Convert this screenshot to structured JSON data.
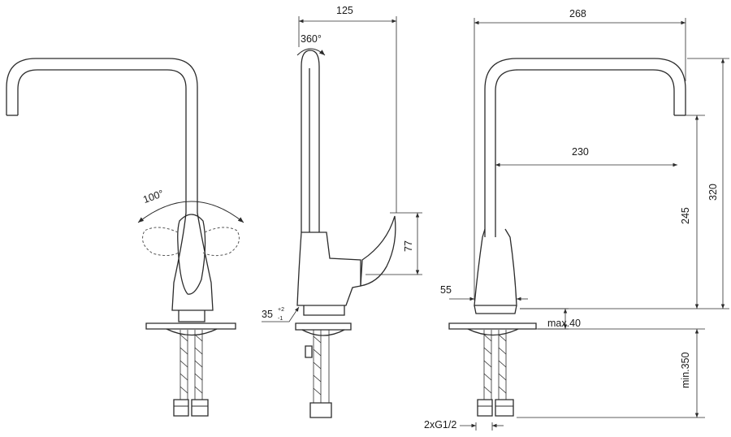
{
  "dimensions": {
    "rotation_top": "360°",
    "swivel_angle": "100°",
    "depth": "125",
    "overall_width": "268",
    "spout_reach": "230",
    "lever_height": "77",
    "base_diameter": "55",
    "base_angle": "35",
    "base_angle_tol_upper": "+2",
    "base_angle_tol_lower": "-1",
    "max_deck_thickness": "max.40",
    "spout_height": "245",
    "overall_height": "320",
    "hose_length": "min.350",
    "connection": "2xG1/2"
  }
}
